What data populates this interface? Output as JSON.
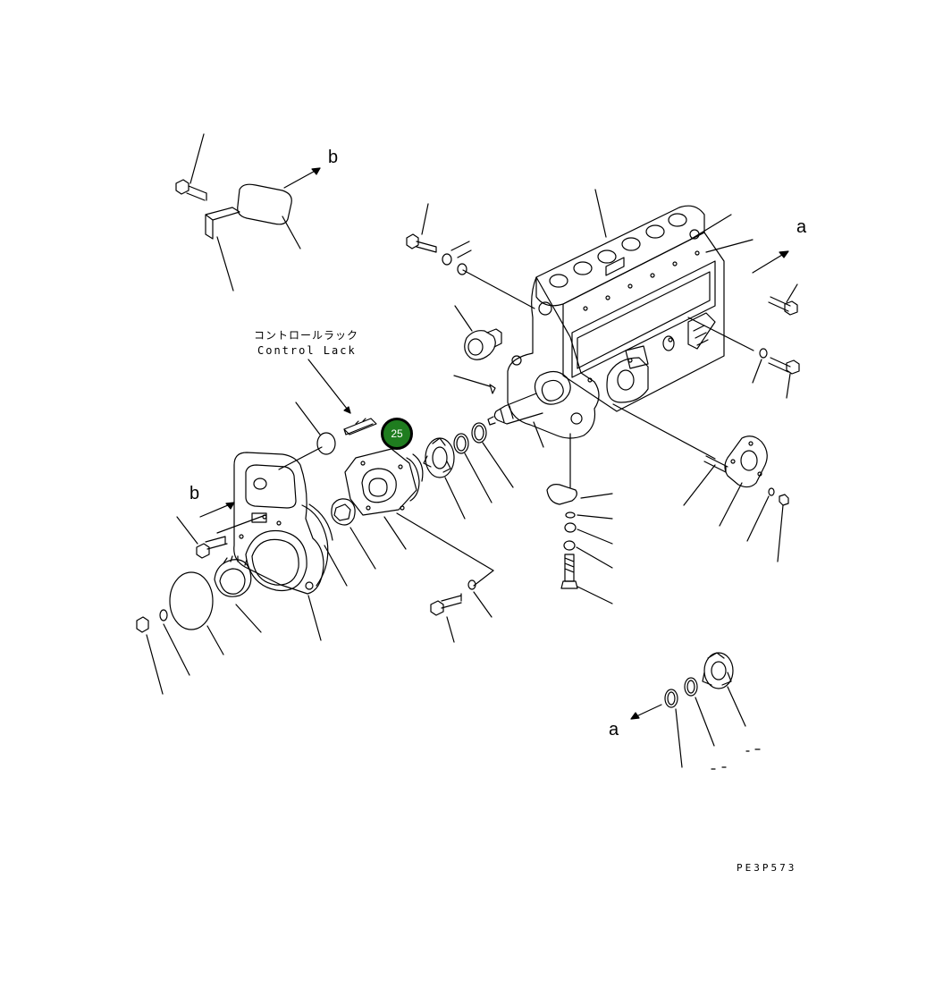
{
  "labels": {
    "ref_a_top": "a",
    "ref_a_bottom": "a",
    "ref_b_top": "b",
    "ref_b_left": "b",
    "control_rack_jp": "コントロールラック",
    "control_rack_en": "Control Lack",
    "drawing_code": "PE3P573"
  },
  "callout": {
    "number": "25",
    "color": "#1f7d1f"
  }
}
